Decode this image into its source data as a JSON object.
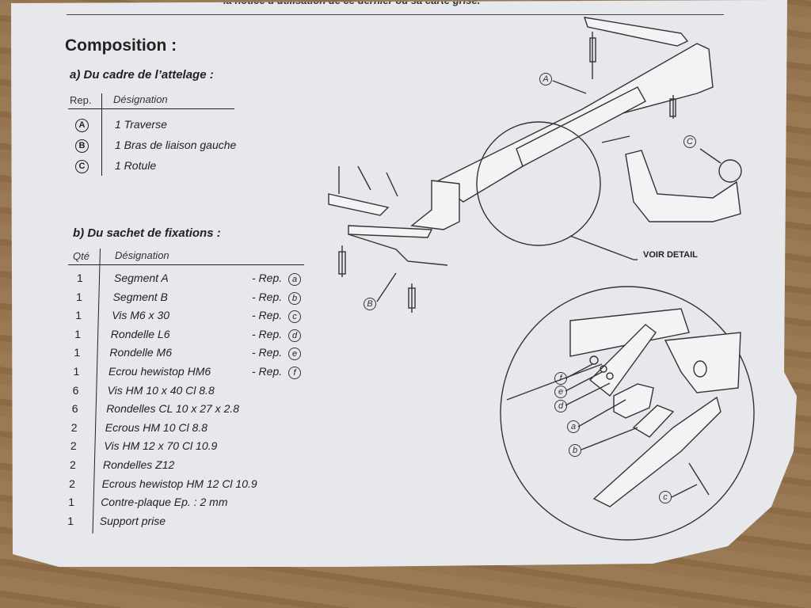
{
  "header": {
    "top_note": "la notice d’utilisation de ce dernier ou sa carte grise."
  },
  "composition": {
    "title": "Composition :",
    "frame": {
      "title": "a) Du cadre de l’attelage :",
      "col_rep": "Rep.",
      "col_designation": "Désignation",
      "rows": [
        {
          "rep": "A",
          "designation": "1 Traverse"
        },
        {
          "rep": "B",
          "designation": "1 Bras de liaison gauche"
        },
        {
          "rep": "C",
          "designation": "1 Rotule"
        }
      ]
    },
    "fixings": {
      "title": "b) Du sachet de fixations :",
      "col_qty": "Qté",
      "col_designation": "Désignation",
      "rows": [
        {
          "qty": "1",
          "designation": "Segment A",
          "rep_label": "- Rep.",
          "rep": "a"
        },
        {
          "qty": "1",
          "designation": "Segment B",
          "rep_label": "- Rep.",
          "rep": "b"
        },
        {
          "qty": "1",
          "designation": "Vis M6 x 30",
          "rep_label": "- Rep.",
          "rep": "c"
        },
        {
          "qty": "1",
          "designation": "Rondelle L6",
          "rep_label": "- Rep.",
          "rep": "d"
        },
        {
          "qty": "1",
          "designation": "Rondelle M6",
          "rep_label": "- Rep.",
          "rep": "e"
        },
        {
          "qty": "1",
          "designation": "Ecrou hewistop HM6",
          "rep_label": "- Rep.",
          "rep": "f"
        },
        {
          "qty": "6",
          "designation": "Vis HM 10 x 40 Cl 8.8",
          "rep_label": "",
          "rep": ""
        },
        {
          "qty": "6",
          "designation": "Rondelles CL 10 x 27 x 2.8",
          "rep_label": "",
          "rep": ""
        },
        {
          "qty": "2",
          "designation": "Ecrous HM 10 Cl  8.8",
          "rep_label": "",
          "rep": ""
        },
        {
          "qty": "2",
          "designation": "Vis HM 12 x 70 Cl 10.9",
          "rep_label": "",
          "rep": ""
        },
        {
          "qty": "2",
          "designation": "Rondelles Z12",
          "rep_label": "",
          "rep": ""
        },
        {
          "qty": "2",
          "designation": "Ecrous hewistop HM 12 Cl 10.9",
          "rep_label": "",
          "rep": ""
        },
        {
          "qty": "1",
          "designation": "Contre-plaque Ep. : 2 mm",
          "rep_label": "",
          "rep": ""
        },
        {
          "qty": "1",
          "designation": "Support prise",
          "rep_label": "",
          "rep": ""
        }
      ]
    }
  },
  "diagram": {
    "labels": {
      "A": "A",
      "B": "B",
      "C": "C",
      "detail": "VOIR DETAIL",
      "f": "f",
      "e": "e",
      "d": "d",
      "a": "a",
      "b": "b",
      "c": "c"
    }
  }
}
